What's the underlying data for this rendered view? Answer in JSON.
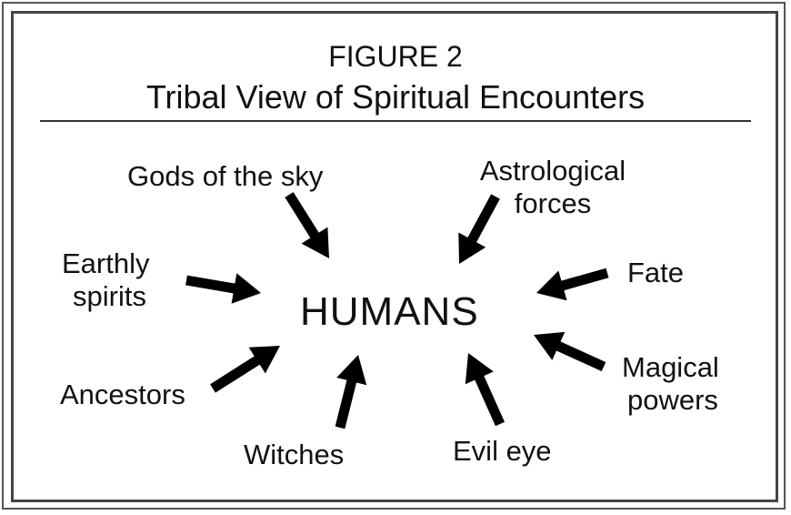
{
  "figure": {
    "number": "FIGURE 2",
    "title": "Tribal View of Spiritual Encounters"
  },
  "center_label": "HUMANS",
  "sources": [
    {
      "id": "gods-of-the-sky",
      "lines": [
        "Gods of the sky"
      ]
    },
    {
      "id": "astrological-forces",
      "lines": [
        "Astrological",
        "forces"
      ]
    },
    {
      "id": "earthly-spirits",
      "lines": [
        "Earthly",
        "spirits"
      ]
    },
    {
      "id": "fate",
      "lines": [
        "Fate"
      ]
    },
    {
      "id": "ancestors",
      "lines": [
        "Ancestors"
      ]
    },
    {
      "id": "magical-powers",
      "lines": [
        "Magical",
        "powers"
      ]
    },
    {
      "id": "witches",
      "lines": [
        "Witches"
      ]
    },
    {
      "id": "evil-eye",
      "lines": [
        "Evil eye"
      ]
    }
  ],
  "colors": {
    "text": "#111111",
    "arrow": "#000000",
    "frame": "#444444"
  }
}
